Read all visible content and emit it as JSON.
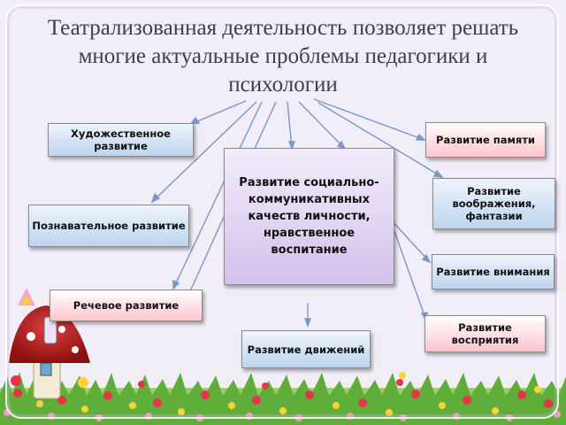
{
  "title": "Театрализованная деятельность  позволяет решать многие актуальные проблемы педагогики и психологии",
  "center": "Развитие социально-коммуникативных качеств личности, нравственное воспитание",
  "boxes": {
    "art": "Художественное развитие",
    "cognitive": "Познавательное развитие",
    "speech": "Речевое развитие",
    "movement": "Развитие движений",
    "memory": "Развитие памяти",
    "imagination": "Развитие воображения, фантазии",
    "attention": "Развитие внимания",
    "perception": "Развитие восприятия"
  },
  "colors": {
    "arrow": "#7b97c7",
    "title": "#3f3f46",
    "blue_box": "#bdd4ee",
    "pink_box": "#ffc4cc",
    "purple_box": "#d3c0ea"
  }
}
